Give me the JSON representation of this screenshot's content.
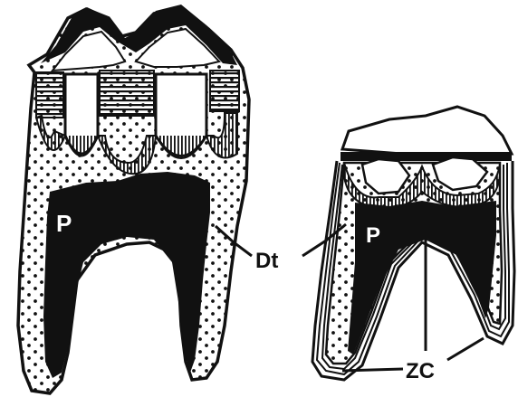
{
  "labels": {
    "pulp_left": "P",
    "pulp_right": "P",
    "dentin": "Dt",
    "cementum_zones": "ZC"
  },
  "colors": {
    "ink": "#111111",
    "paper": "#ffffff",
    "enamel": "#f7f7f7"
  }
}
